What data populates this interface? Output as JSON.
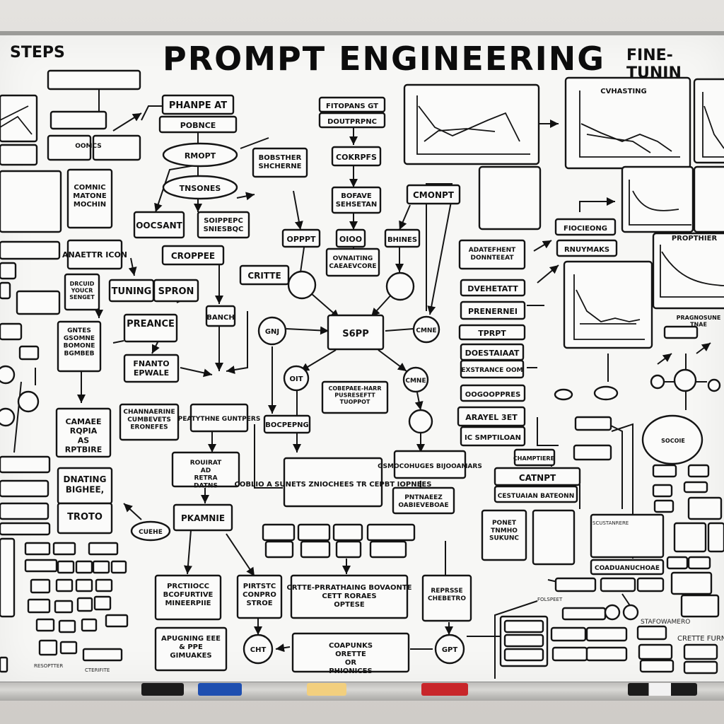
{
  "board": {
    "title": "PROMPT ENGINEERING",
    "left_heading": "STEPS",
    "right_heading": "FINE-TUNIN"
  },
  "nodes": {
    "n1": "PHANPE AT",
    "n2": "POBNCE",
    "n3": "FITOPANS GT",
    "n4": "DOUTPRPNC",
    "n5": "RMOPT",
    "n6": "TNSONES",
    "n7": "BOBSTHER SHCHERNE",
    "n8": "COKRPFS",
    "n9": "BOFAVE SEHSETAN",
    "n10": "CMONPT",
    "n11": "OOCSANT",
    "n12": "SOIPPEPC SNIESBQC",
    "n13": "CROPPEE",
    "n14": "OPPPT",
    "n15": "OIOO",
    "n16": "BHINES",
    "n17": "OVNAITING CAEAEVCORE",
    "n18": "CRITTE",
    "n19": "TUNING",
    "n20": "SPRON",
    "n21": "S6PP",
    "n22": "PREANCE",
    "n23": "FNANTO EPWALE",
    "n24": "GNJ",
    "n25": "CMNE",
    "n26": "OIT",
    "n27": "CMNE",
    "n28": "CHANNAERINE CUMBEVETS ERONEFES",
    "n29": "PEATYTHNE GUNTPERS",
    "n30": "BOCPEPNG",
    "n31": "COBEPAEE-HARR PUSRESEFTT TUOPPOT",
    "n32": "CAMAEE RQPIA AS RPTBIRE",
    "n33": "DNATING BIGHEE,",
    "n34": "TROTO",
    "n35": "ROUIRAT AD RETRA DATNS",
    "n36": "COBLIO A SUNETS ZNIOCHEES TR CEPBT IOPNEES",
    "n37": "GSMOCOHUGES BIJOOAMARS",
    "n38": "PNTNAEEZ OABIEVEBOAE",
    "n39": "PKAMNIE",
    "n40": "PRCTIIOCC BCOFURTIVE MINEERPIIE",
    "n41": "PIRTSTC CONPRO STROE",
    "n42": "CRTTE-PRRATHAING BOVAONTE CETT RORAES OPTESE",
    "n43": "REPRSSE CHEBETRO",
    "n44": "APUGNING EEE & PPE GIMUAKES",
    "n45": "CHT",
    "n46": "COAPUNKS ORETTE OR PHIONICES",
    "n47": "GPT",
    "n48": "ADATEFHENT DONNTEEAT",
    "n49": "DVEHETATT",
    "n50": "PRENERNEI",
    "n51": "TPRPT",
    "n52": "DOESTAIAAT",
    "n53": "EXSTRANCE OOM",
    "n54": "OOGOOPPRES",
    "n55": "ARAYEL 3ET",
    "n56": "IC SMPTILOAN",
    "n57": "CATNPT",
    "n58": "CESTUAIAN BATEONN",
    "n59": "PONET TNMHO SUKUNC",
    "n60": "COADUANUCHOAE",
    "n61": "FIOCIEONG",
    "n62": "RNUYMAKS",
    "n63": "OOMCS",
    "n64": "COMNIC MATONE MOCHIN",
    "n65": "ANAETTR ICON",
    "n66": "DRCUID YOUCR SENGET",
    "n67": "GNTES GSOMNE BOMONE BGMBEB",
    "n68": "BANCH",
    "n69": "CUEHE",
    "n70": "CHAMPTIERE",
    "n71": "CVHASTING",
    "n72": "PROPTHIER",
    "n73": "PRAGNOSUNE TNAE",
    "n74": "SOCOIE"
  },
  "notes": [
    "FOLSPEET",
    "RESOPTTER",
    "CTERIFITE",
    "STAFOWAMERO",
    "CRETTE FURNI",
    "SCUSTANRERE"
  ],
  "markers": [
    {
      "name": "black-marker",
      "color": "#1b1b1b"
    },
    {
      "name": "blue-marker",
      "color": "#1f4fb0"
    },
    {
      "name": "yellow-marker",
      "color": "#f2cf7e"
    },
    {
      "name": "red-marker",
      "color": "#c8262a"
    },
    {
      "name": "black-white-marker",
      "color": "#1b1b1b"
    }
  ]
}
